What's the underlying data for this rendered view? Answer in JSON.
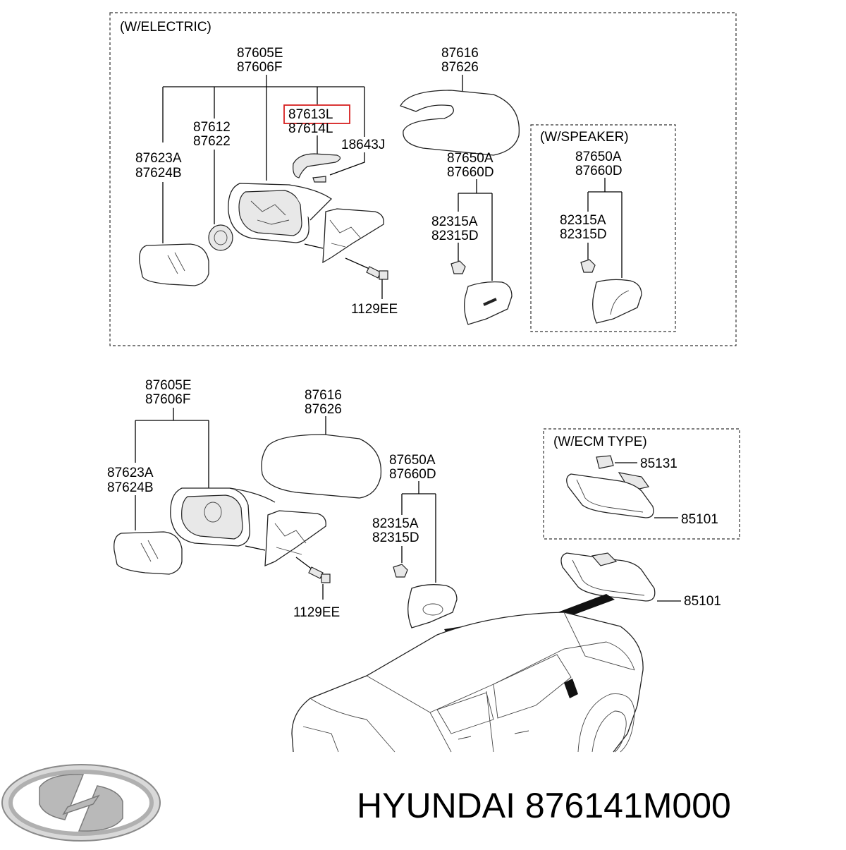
{
  "sections": {
    "electric": "(W/ELECTRIC)",
    "speaker": "(W/SPEAKER)",
    "ecm": "(W/ECM TYPE)"
  },
  "labels": {
    "top_87605e": "87605E",
    "top_87606f": "87606F",
    "top_87616": "87616",
    "top_87626": "87626",
    "top_87613l": "87613L",
    "top_87614l": "87614L",
    "top_18643j": "18643J",
    "top_87612": "87612",
    "top_87622": "87622",
    "top_87623a": "87623A",
    "top_87624b": "87624B",
    "top_87650a": "87650A",
    "top_87660d": "87660D",
    "top_82315a": "82315A",
    "top_82315d": "82315D",
    "top_1129ee": "1129EE",
    "spk_87650a": "87650A",
    "spk_87660d": "87660D",
    "spk_82315a": "82315A",
    "spk_82315d": "82315D",
    "bot_87605e": "87605E",
    "bot_87606f": "87606F",
    "bot_87616": "87616",
    "bot_87626": "87626",
    "bot_87623a": "87623A",
    "bot_87624b": "87624B",
    "bot_87650a": "87650A",
    "bot_87660d": "87660D",
    "bot_82315a": "82315A",
    "bot_82315d": "82315D",
    "bot_1129ee": "1129EE",
    "ecm_85131": "85131",
    "ecm_85101": "85101",
    "mirror_85101": "85101"
  },
  "highlight": {
    "part": "87613L",
    "color": "#d62020"
  },
  "brand": {
    "text": "HYUNDAI 876141M000",
    "logo": "hyundai-logo"
  }
}
